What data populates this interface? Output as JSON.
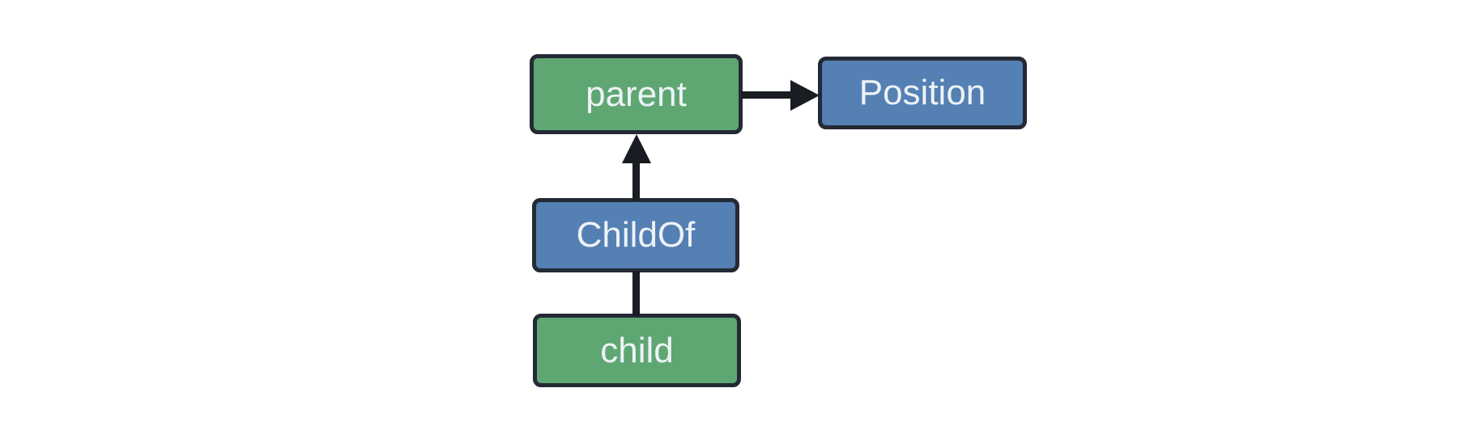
{
  "diagram": {
    "background_color": "#ffffff",
    "colors": {
      "entity_fill": "#5ea773",
      "component_fill": "#5480b4",
      "node_border": "#242a35",
      "connector": "#191c22",
      "label_text": "#eef2f6"
    },
    "nodes": [
      {
        "id": "parent",
        "label": "parent",
        "fill": "#5ea773"
      },
      {
        "id": "Position",
        "label": "Position",
        "fill": "#5480b4"
      },
      {
        "id": "ChildOf",
        "label": "ChildOf",
        "fill": "#5480b4"
      },
      {
        "id": "child",
        "label": "child",
        "fill": "#5ea773"
      }
    ],
    "edges": [
      {
        "from": "parent",
        "to": "Position",
        "connector": "arrow"
      },
      {
        "from": "ChildOf",
        "to": "parent",
        "connector": "arrow"
      },
      {
        "from": "child",
        "to": "ChildOf",
        "connector": "line"
      }
    ]
  }
}
